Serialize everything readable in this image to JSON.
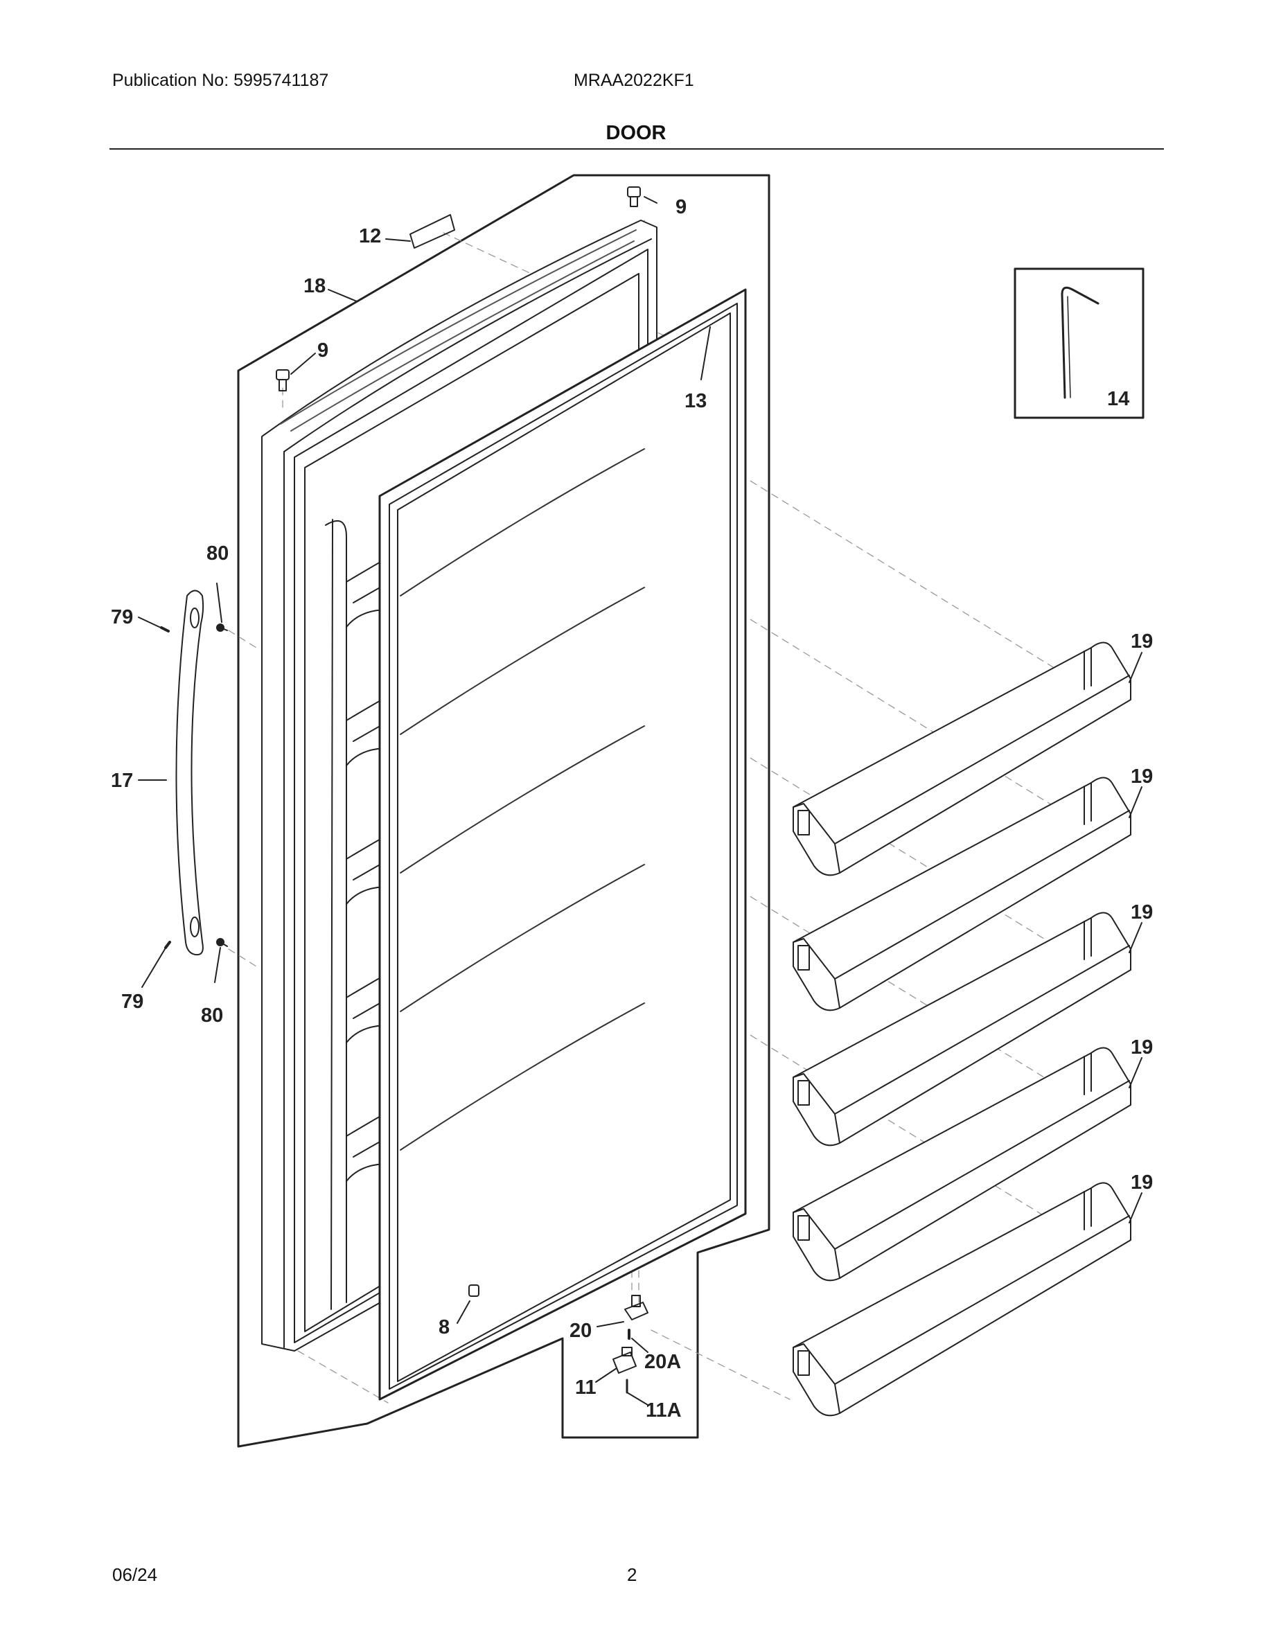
{
  "header": {
    "publication": "Publication No: 5995741187",
    "model": "MRAA2022KF1",
    "section_title": "DOOR"
  },
  "footer": {
    "date": "06/24",
    "page_number": "2"
  },
  "callouts": {
    "c9a": "9",
    "c9b": "9",
    "c12": "12",
    "c18": "18",
    "c13": "13",
    "c14": "14",
    "c80a": "80",
    "c80b": "80",
    "c79a": "79",
    "c79b": "79",
    "c17": "17",
    "c19a": "19",
    "c19b": "19",
    "c19c": "19",
    "c19d": "19",
    "c19e": "19",
    "c8": "8",
    "c20": "20",
    "c20A": "20A",
    "c11": "11",
    "c11A": "11A"
  },
  "colors": {
    "line": "#222222",
    "light_line": "#888888",
    "background": "#ffffff"
  }
}
